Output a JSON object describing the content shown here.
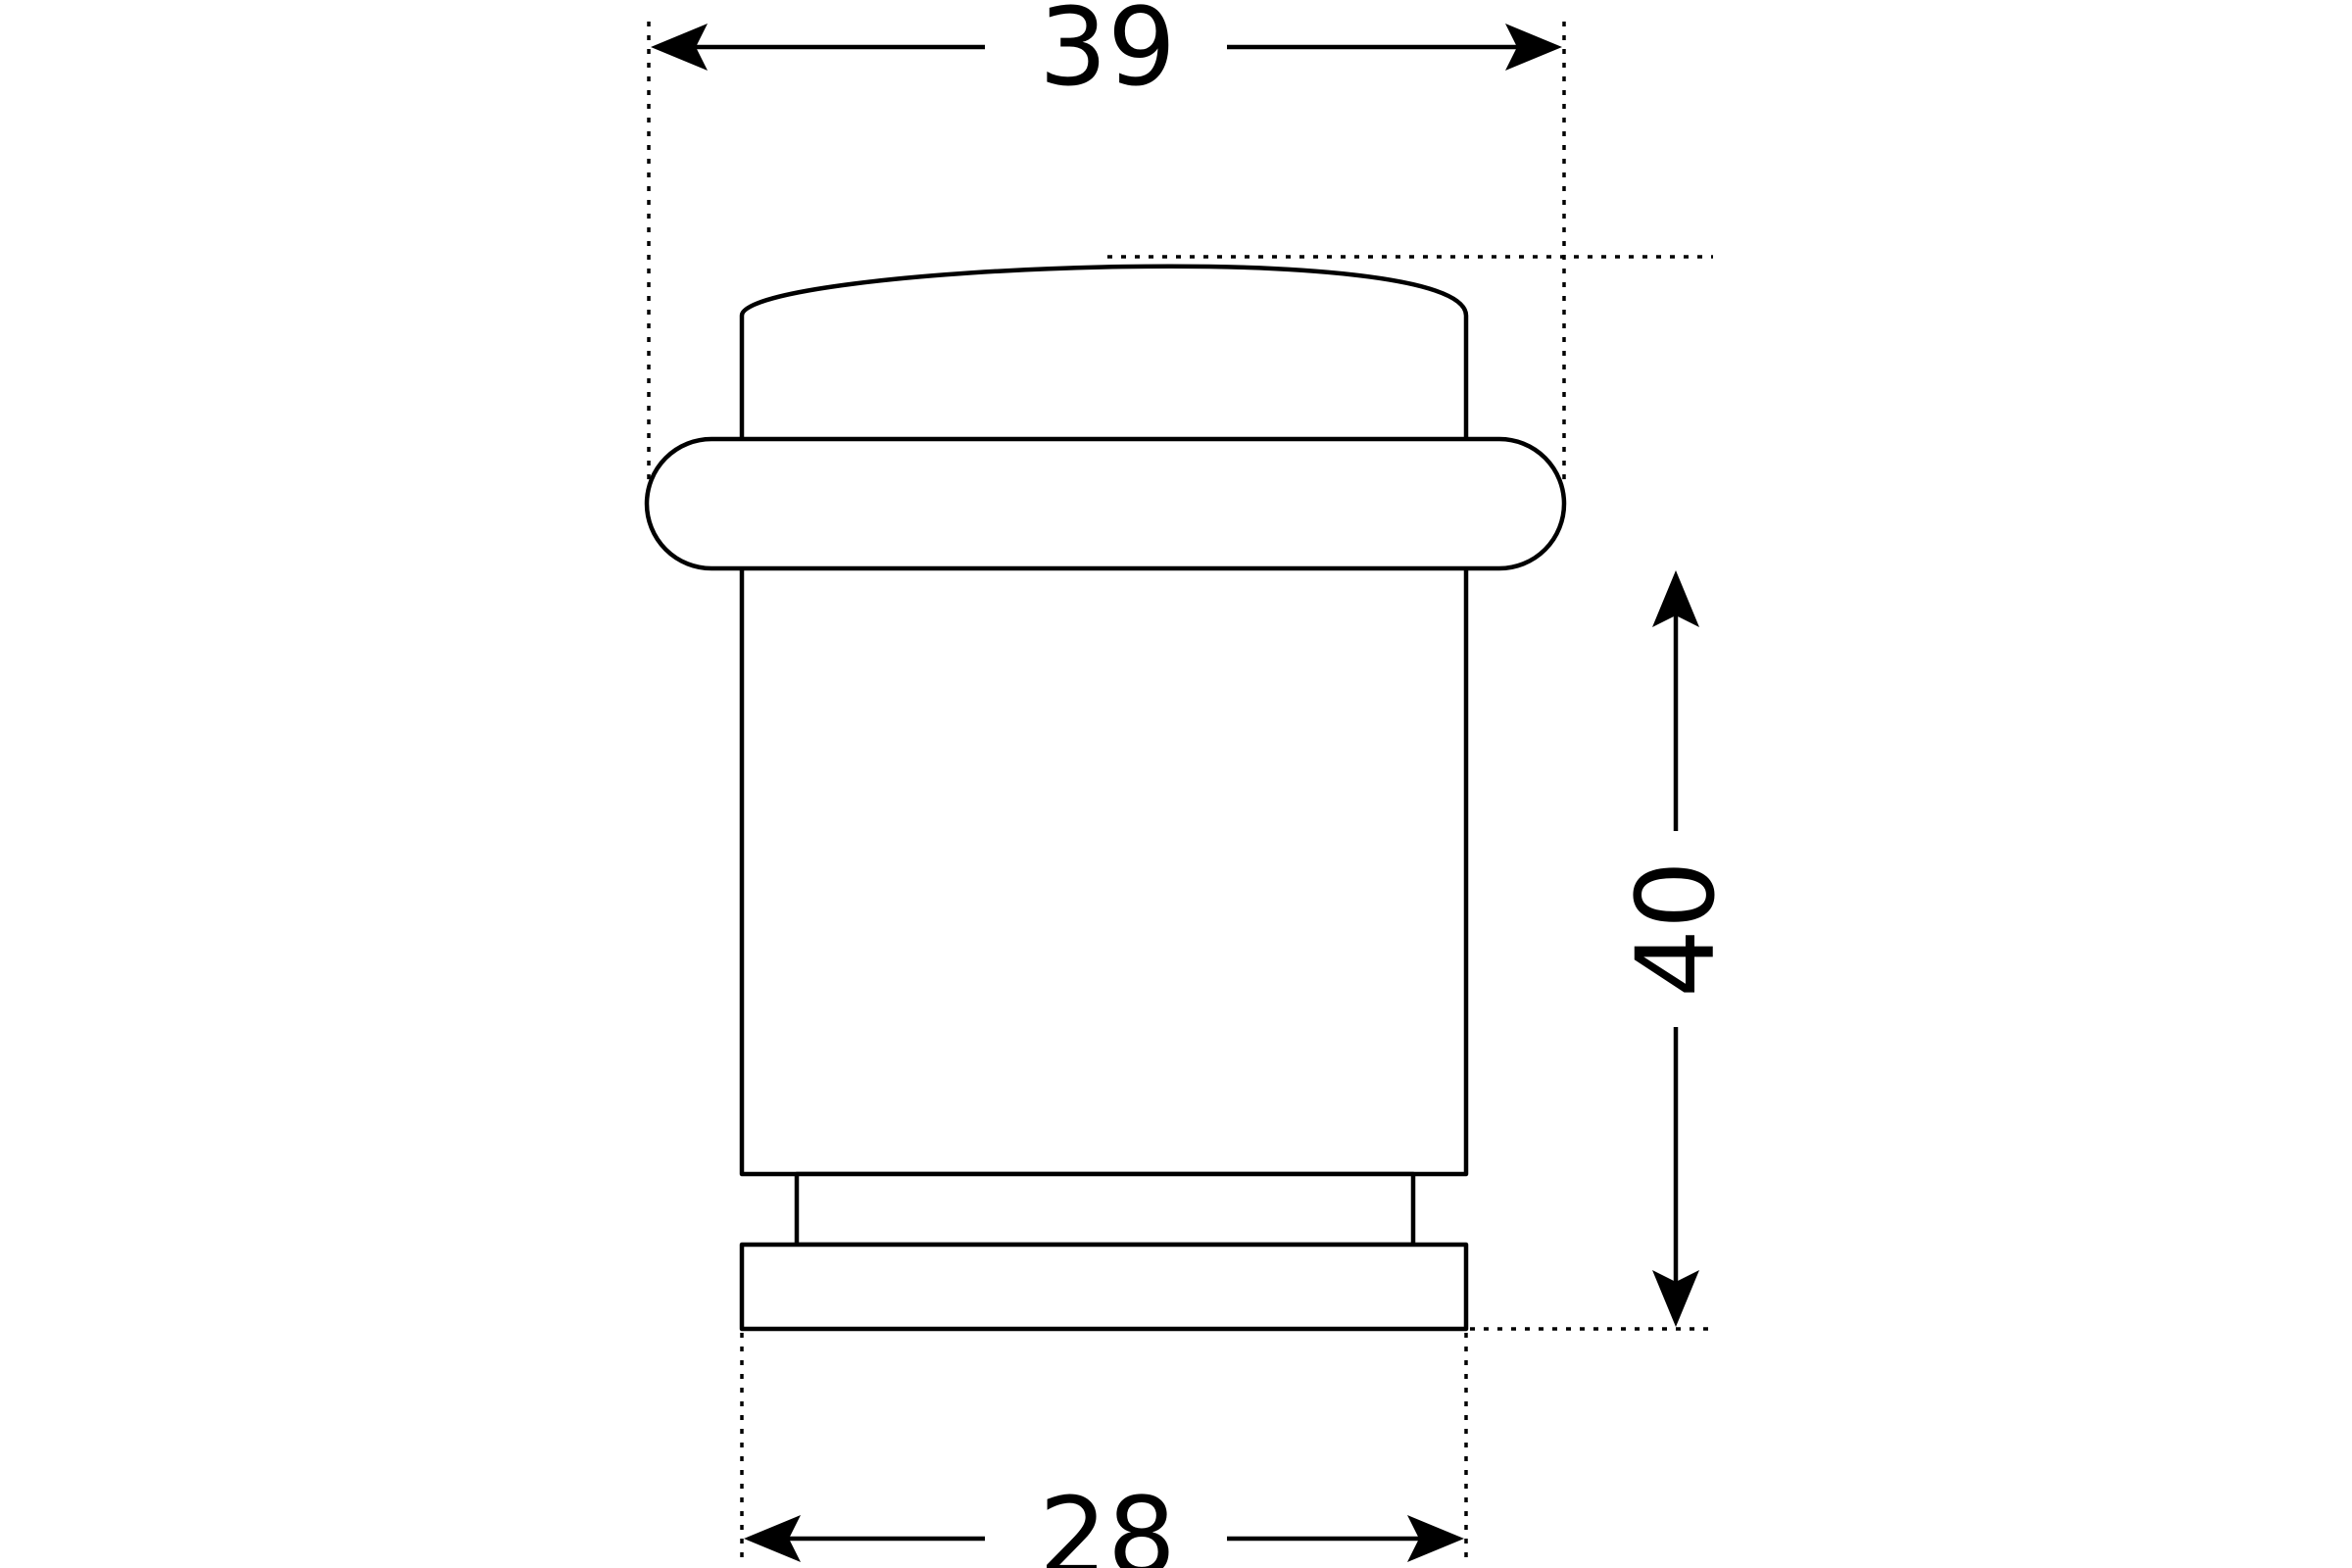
{
  "dimensions": {
    "top_width": "39",
    "height": "40",
    "base_width": "28"
  },
  "colors": {
    "line": "#000000",
    "background": "#ffffff"
  }
}
